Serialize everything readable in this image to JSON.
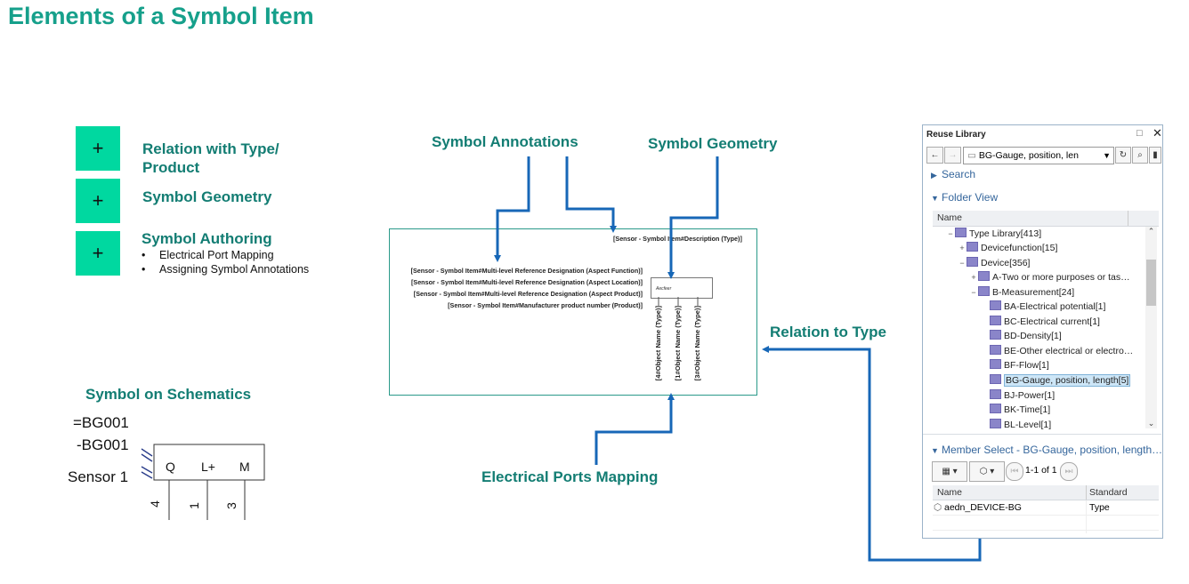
{
  "title": "Elements of a Symbol Item",
  "plus_label": "+",
  "sections": [
    {
      "label_line1": "Relation with Type/",
      "label_line2": "Product"
    },
    {
      "label": "Symbol Geometry"
    },
    {
      "label": "Symbol Authoring",
      "bullets": [
        "Electrical Port Mapping",
        "Assigning Symbol Annotations"
      ]
    }
  ],
  "bullet_char": "•",
  "callouts": {
    "symbol_annotations": "Symbol Annotations",
    "symbol_geometry": "Symbol Geometry",
    "relation_to_type": "Relation to Type",
    "electrical_ports_mapping": "Electrical Ports Mapping",
    "symbol_on_schematics": "Symbol on Schematics"
  },
  "symbol_item": {
    "description": "[Sensor - Symbol Item#Description (Type)]",
    "annotations": [
      "[Sensor - Symbol Item#Multi-level Reference Designation (Aspect Function)]",
      "[Sensor - Symbol Item#Multi-level Reference Designation (Aspect Location)]",
      "[Sensor - Symbol Item#Multi-level Reference Designation (Aspect Product)]",
      "[Sensor - Symbol Item#Manufacturer product number (Product)]"
    ],
    "box_label": "Aecfeer",
    "ports": [
      "[4#Object Name (Type)]",
      "[1#Object Name (Type)]",
      "[3#Object Name (Type)]"
    ]
  },
  "schematic": {
    "ref1": "=BG001",
    "ref2": "-BG001",
    "name": "Sensor 1",
    "pins": [
      "Q",
      "L+",
      "M"
    ],
    "pin_numbers": [
      "4",
      "1",
      "3"
    ]
  },
  "reuse_library": {
    "title": "Reuse Library",
    "path_combo": "BG-Gauge, position, len",
    "search": "Search",
    "folder_view": "Folder View",
    "tree_header": "Name",
    "tree": [
      {
        "label": "Type Library[413]",
        "expander": "−",
        "level": 0
      },
      {
        "label": "Devicefunction[15]",
        "expander": "+",
        "level": 1
      },
      {
        "label": "Device[356]",
        "expander": "−",
        "level": 1
      },
      {
        "label": "A-Two or more purposes or tas…",
        "expander": "+",
        "level": 2
      },
      {
        "label": "B-Measurement[24]",
        "expander": "−",
        "level": 2
      },
      {
        "label": "BA-Electrical potential[1]",
        "expander": "",
        "level": 3
      },
      {
        "label": "BC-Electrical current[1]",
        "expander": "",
        "level": 3
      },
      {
        "label": "BD-Density[1]",
        "expander": "",
        "level": 3
      },
      {
        "label": "BE-Other electrical or electro…",
        "expander": "",
        "level": 3
      },
      {
        "label": "BF-Flow[1]",
        "expander": "",
        "level": 3
      },
      {
        "label": "BG-Gauge, position, length[5]",
        "expander": "",
        "level": 3,
        "selected": true
      },
      {
        "label": "BJ-Power[1]",
        "expander": "",
        "level": 3
      },
      {
        "label": "BK-Time[1]",
        "expander": "",
        "level": 3
      },
      {
        "label": "BL-Level[1]",
        "expander": "",
        "level": 3
      }
    ],
    "member_select": "Member Select - BG-Gauge, position, length…",
    "pager": "1-1 of 1",
    "columns": [
      "Name",
      "Standard"
    ],
    "rows": [
      {
        "name": "aedn_DEVICE-BG",
        "standard": "Type"
      }
    ]
  }
}
